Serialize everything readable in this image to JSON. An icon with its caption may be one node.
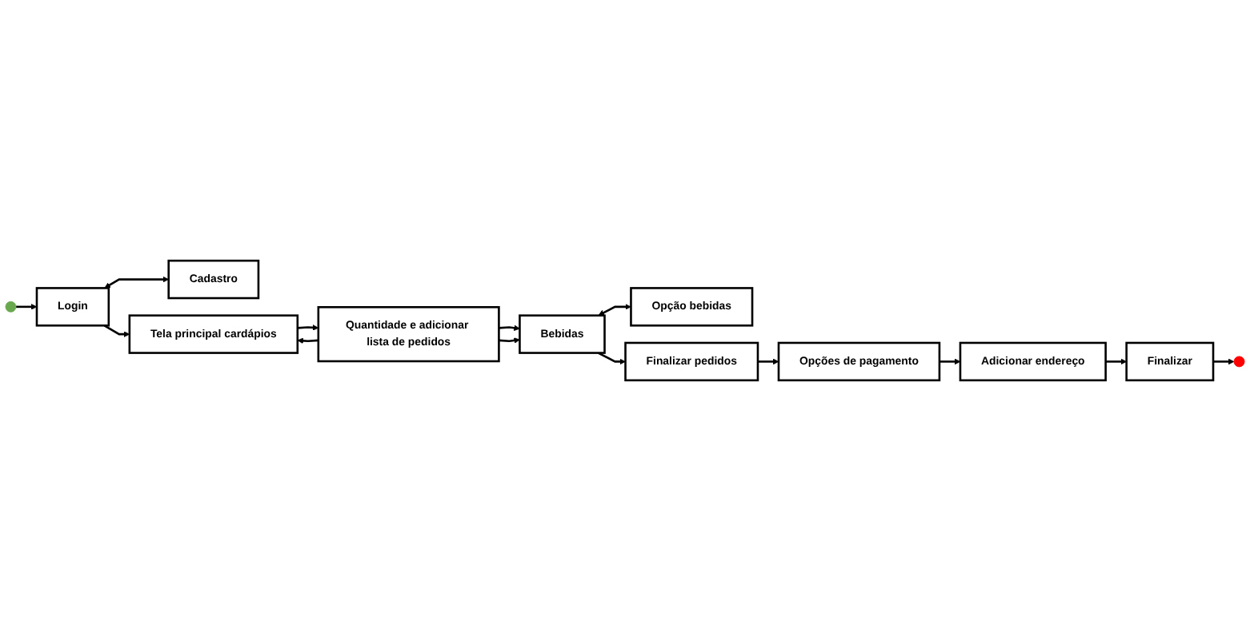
{
  "diagram": {
    "nodes": [
      {
        "text": [],
        "shape": "circle"
      },
      {
        "text": [
          "Login"
        ]
      },
      {
        "text": [
          "Cadastro"
        ]
      },
      {
        "text": [
          "Tela principal cardápios"
        ]
      },
      {
        "text": [
          "Quantidade e adicionar lista de pedidos"
        ]
      },
      {
        "text": [
          "Bebidas"
        ]
      },
      {
        "text": [
          "Opção bebidas"
        ]
      },
      {
        "text": [
          "Finalizar pedidos"
        ]
      },
      {
        "text": [
          "Opções de pagamento"
        ]
      },
      {
        "text": [
          "Adicionar endereço"
        ]
      },
      {
        "text": [
          "Finalizar"
        ]
      },
      {
        "text": [],
        "shape": "circle"
      }
    ],
    "edges": [
      {
        "from": 0,
        "to": 1,
        "arrow": "to"
      },
      {
        "from": 1,
        "to": 2,
        "arrow": "both"
      },
      {
        "from": 1,
        "to": 3,
        "arrow": "to"
      },
      {
        "from": 3,
        "to": 4,
        "arrow": "to"
      },
      {
        "from": 4,
        "to": 3,
        "arrow": "to"
      },
      {
        "from": 4,
        "to": 5,
        "arrow": "to"
      },
      {
        "from": 4,
        "to": 5,
        "arrow": "to"
      },
      {
        "from": 5,
        "to": 6,
        "arrow": "both"
      },
      {
        "from": 5,
        "to": 7,
        "arrow": "to"
      },
      {
        "from": 7,
        "to": 8,
        "arrow": "to"
      },
      {
        "from": 8,
        "to": 9,
        "arrow": "to"
      },
      {
        "from": 9,
        "to": 10,
        "arrow": "to"
      },
      {
        "from": 10,
        "to": 11,
        "arrow": "to"
      }
    ]
  }
}
